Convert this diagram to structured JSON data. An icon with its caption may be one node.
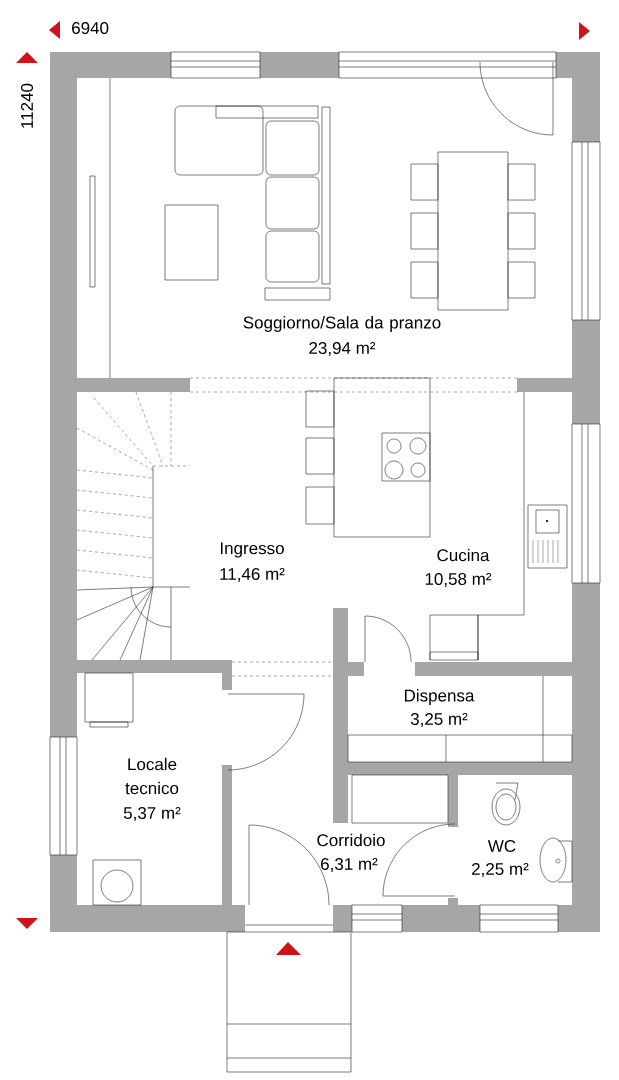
{
  "diagram": {
    "labels": [
      "6940",
      "11240",
      "Soggiorno/Sala da pranzo",
      "23,94 m²",
      "Ingresso",
      "11,46 m²",
      "Cucina",
      "10,58 m²",
      "Dispensa",
      "3,25 m²",
      "Locale tecnico",
      "5,37 m²",
      "Corridoio",
      "6,31 m²",
      "WC",
      "2,25 m²"
    ]
  }
}
